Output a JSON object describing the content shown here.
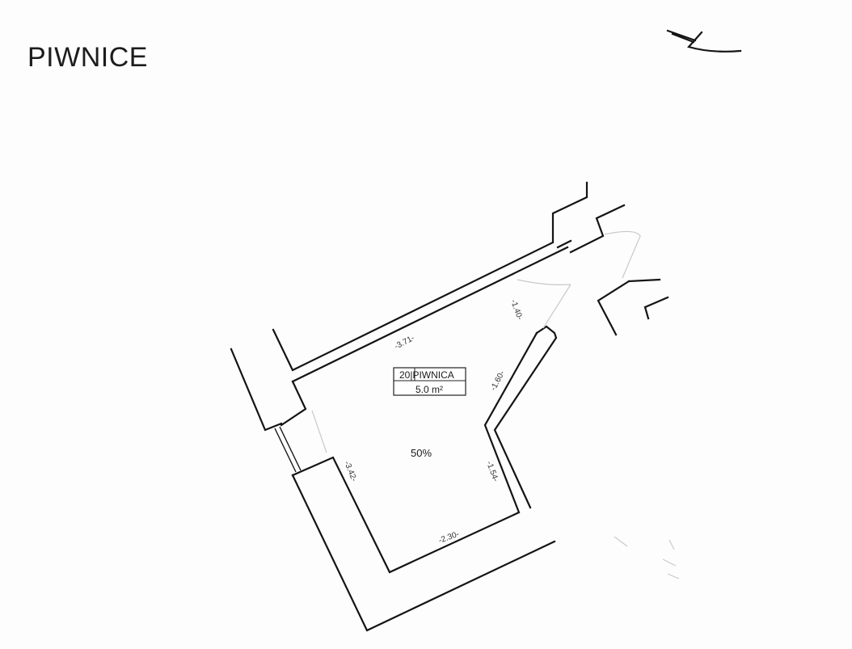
{
  "page": {
    "title": "PIWNICE"
  },
  "room": {
    "number_name": "20|PIWNICA",
    "area": "5.0 m²",
    "share": "50%"
  },
  "dimensions": [
    {
      "id": "top",
      "text": "-3.71-"
    },
    {
      "id": "door-top",
      "text": "-1.40-"
    },
    {
      "id": "right-upper",
      "text": "-1.60-"
    },
    {
      "id": "right-lower",
      "text": "-1.54-"
    },
    {
      "id": "left",
      "text": "-3.42-"
    },
    {
      "id": "bottom",
      "text": "-2.30-"
    }
  ]
}
